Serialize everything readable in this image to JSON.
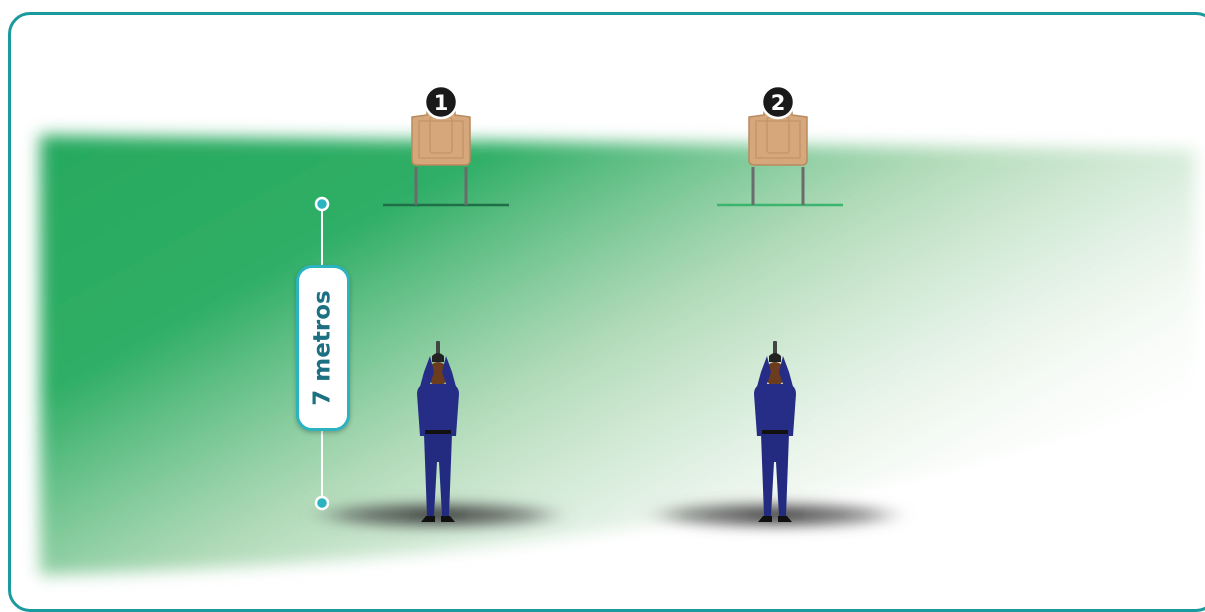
{
  "measurement": {
    "distance_label": "7 metros"
  },
  "targets": [
    {
      "number": "1"
    },
    {
      "number": "2"
    }
  ],
  "colors": {
    "frame_border": "#1b9a9e",
    "range_green": "#2bab63",
    "measure_line": "#2bb3c0",
    "label_text": "#1d6f82",
    "target_tan": "#d6a77a",
    "shooter_suit": "#252d86"
  },
  "icons": [
    "target-icon",
    "shooter-icon"
  ]
}
